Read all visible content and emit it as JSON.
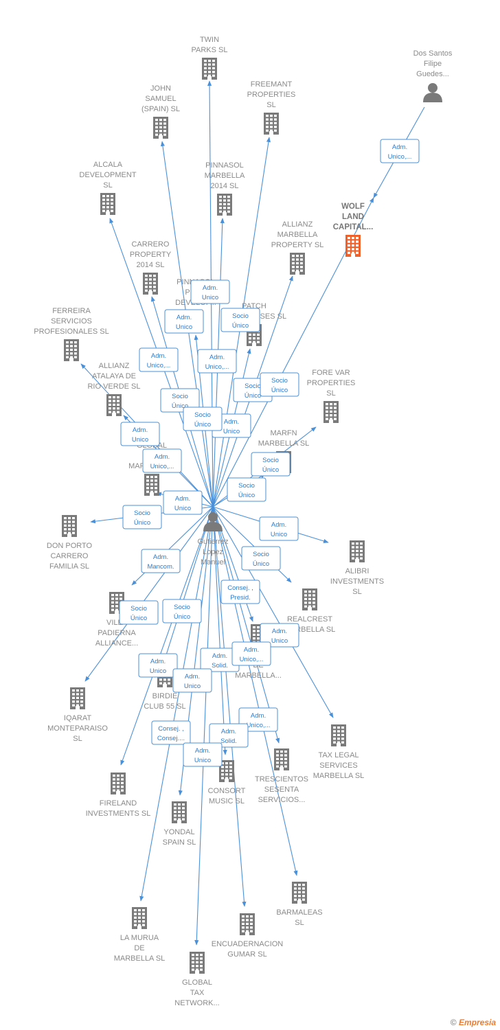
{
  "colors": {
    "edge": "#4a90d9",
    "node": "#7a7a7a",
    "highlight": "#f0602a",
    "label": "#8a8a8a"
  },
  "nodes": [
    {
      "id": "center",
      "type": "person",
      "icon": "person-icon",
      "lines": [
        "Gutierrez",
        "Lopez",
        "Manuel"
      ]
    },
    {
      "id": "dos_santos",
      "type": "person",
      "icon": "person-icon",
      "lines": [
        "Dos Santos",
        "Filipe",
        "Guedes..."
      ]
    },
    {
      "id": "wolf",
      "type": "company",
      "icon": "building-icon",
      "highlight": true,
      "lines": [
        "WOLF",
        "LAND",
        "CAPITAL..."
      ]
    },
    {
      "id": "twin",
      "type": "company",
      "icon": "building-icon",
      "lines": [
        "TWIN",
        "PARKS SL"
      ]
    },
    {
      "id": "john",
      "type": "company",
      "icon": "building-icon",
      "lines": [
        "JOHN",
        "SAMUEL",
        "(SPAIN)  SL"
      ]
    },
    {
      "id": "freemant",
      "type": "company",
      "icon": "building-icon",
      "lines": [
        "FREEMANT",
        "PROPERTIES",
        "SL"
      ]
    },
    {
      "id": "alcala",
      "type": "company",
      "icon": "building-icon",
      "lines": [
        "ALCALA",
        "DEVELOPMENT",
        "SL"
      ]
    },
    {
      "id": "pinnasol14",
      "type": "company",
      "icon": "building-icon",
      "lines": [
        "PINNASOL",
        "MARBELLA",
        "2014  SL"
      ]
    },
    {
      "id": "allianz_mp",
      "type": "company",
      "icon": "building-icon",
      "lines": [
        "ALLIANZ",
        "MARBELLA",
        "PROPERTY  SL"
      ]
    },
    {
      "id": "carrero",
      "type": "company",
      "icon": "building-icon",
      "lines": [
        "CARRERO",
        "PROPERTY",
        "2014  SL"
      ]
    },
    {
      "id": "pinnasol_pd",
      "type": "company",
      "icon": "building-icon",
      "lines": [
        "PINNASOL",
        "PROP",
        "DEVELOP..."
      ]
    },
    {
      "id": "patch",
      "type": "company",
      "icon": "building-icon",
      "lines": [
        "PATCH",
        "ENTERPRISES SL"
      ]
    },
    {
      "id": "ferreira",
      "type": "company",
      "icon": "building-icon",
      "lines": [
        "FERREIRA",
        "SERVICIOS",
        "PROFESIONALES SL"
      ]
    },
    {
      "id": "allianz_arv",
      "type": "company",
      "icon": "building-icon",
      "lines": [
        "ALLIANZ",
        "ATALAYA DE",
        "RIO VERDE  SL"
      ]
    },
    {
      "id": "forevar",
      "type": "company",
      "icon": "building-icon",
      "lines": [
        "FORE VAR",
        "PROPERTIES",
        "SL"
      ]
    },
    {
      "id": "marfn",
      "type": "company",
      "icon": "building-icon",
      "lines": [
        "MARFN",
        "MARBELLA  SL"
      ]
    },
    {
      "id": "global_tax_m",
      "type": "company",
      "icon": "building-icon",
      "lines": [
        "GLOBAL",
        "TAX",
        "MARBELLA..."
      ]
    },
    {
      "id": "donporto",
      "type": "company",
      "icon": "building-icon",
      "lines": [
        "DON PORTO",
        "CARRERO",
        "FAMILIA  SL"
      ]
    },
    {
      "id": "alibri",
      "type": "company",
      "icon": "building-icon",
      "lines": [
        "ALIBRI",
        "INVESTMENTS",
        "SL"
      ]
    },
    {
      "id": "realcrest",
      "type": "company",
      "icon": "building-icon",
      "lines": [
        "REALCREST",
        "MARBELLA  SL"
      ]
    },
    {
      "id": "villa",
      "type": "company",
      "icon": "building-icon",
      "lines": [
        "VILLA",
        "PADIERNA",
        "ALLIANCE..."
      ]
    },
    {
      "id": "iqarat",
      "type": "company",
      "icon": "building-icon",
      "lines": [
        "IQARAT",
        "MONTEPARAISO",
        "SL"
      ]
    },
    {
      "id": "birdie",
      "type": "company",
      "icon": "building-icon",
      "lines": [
        "BIRDIE",
        "CLUB 55 SL"
      ]
    },
    {
      "id": "marbella_x",
      "type": "company",
      "icon": "building-icon",
      "lines": [
        "LA",
        "DE",
        "MARBELLA..."
      ]
    },
    {
      "id": "taxlegal",
      "type": "company",
      "icon": "building-icon",
      "lines": [
        "TAX LEGAL",
        "SERVICES",
        "MARBELLA SL"
      ]
    },
    {
      "id": "fireland",
      "type": "company",
      "icon": "building-icon",
      "lines": [
        "FIRELAND",
        "INVESTMENTS SL"
      ]
    },
    {
      "id": "consort",
      "type": "company",
      "icon": "building-icon",
      "lines": [
        "CONSORT",
        "MUSIC SL"
      ]
    },
    {
      "id": "trescientos",
      "type": "company",
      "icon": "building-icon",
      "lines": [
        "TRESCIENTOS",
        "SESENTA",
        "SERVICIOS..."
      ]
    },
    {
      "id": "yondal",
      "type": "company",
      "icon": "building-icon",
      "lines": [
        "YONDAL",
        "SPAIN SL"
      ]
    },
    {
      "id": "lamurua",
      "type": "company",
      "icon": "building-icon",
      "lines": [
        "LA MURUA",
        "DE",
        "MARBELLA  SL"
      ]
    },
    {
      "id": "barmaleas",
      "type": "company",
      "icon": "building-icon",
      "lines": [
        "BARMALEAS",
        "SL"
      ]
    },
    {
      "id": "encuadernacion",
      "type": "company",
      "icon": "building-icon",
      "lines": [
        "ENCUADERNACION",
        "GUMAR  SL"
      ]
    },
    {
      "id": "globaltaxnet",
      "type": "company",
      "icon": "building-icon",
      "lines": [
        "GLOBAL",
        "TAX",
        "NETWORK..."
      ]
    }
  ],
  "edges": [
    {
      "from": "dos_santos",
      "to": "wolf",
      "lines": [
        "Adm.",
        "Unico,..."
      ]
    },
    {
      "from": "center",
      "to": "twin",
      "lines": [
        "Adm.",
        "Unico"
      ]
    },
    {
      "from": "center",
      "to": "john",
      "lines": [
        "Adm.",
        "Unico"
      ]
    },
    {
      "from": "center",
      "to": "freemant",
      "lines": [
        "Adm.",
        "Unico,..."
      ]
    },
    {
      "from": "center",
      "to": "alcala",
      "lines": [
        "Adm.",
        "Unico,..."
      ]
    },
    {
      "from": "center",
      "to": "pinnasol14",
      "lines": [
        "Adm.",
        "Unico"
      ]
    },
    {
      "from": "center",
      "to": "allianz_mp",
      "lines": [
        "Socio",
        "Único"
      ]
    },
    {
      "from": "center",
      "to": "wolf",
      "lines": [
        "Socio",
        "Único"
      ]
    },
    {
      "from": "center",
      "to": "carrero",
      "lines": [
        "Socio",
        "Único"
      ]
    },
    {
      "from": "center",
      "to": "pinnasol_pd",
      "lines": [
        "Socio",
        "Único"
      ]
    },
    {
      "from": "center",
      "to": "patch",
      "lines": [
        "Socio",
        "Único"
      ]
    },
    {
      "from": "center",
      "to": "ferreira",
      "lines": [
        "Adm.",
        "Unico"
      ]
    },
    {
      "from": "center",
      "to": "allianz_arv",
      "lines": [
        "Adm.",
        "Unico,..."
      ]
    },
    {
      "from": "center",
      "to": "forevar",
      "lines": [
        "Socio",
        "Único"
      ]
    },
    {
      "from": "center",
      "to": "marfn",
      "lines": [
        "Socio",
        "Único"
      ]
    },
    {
      "from": "center",
      "to": "global_tax_m",
      "lines": [
        "Adm.",
        "Unico"
      ]
    },
    {
      "from": "center",
      "to": "donporto",
      "lines": [
        "Socio",
        "Único"
      ]
    },
    {
      "from": "center",
      "to": "alibri",
      "lines": [
        "Adm.",
        "Unico"
      ]
    },
    {
      "from": "center",
      "to": "realcrest",
      "lines": [
        "Socio",
        "Único"
      ]
    },
    {
      "from": "center",
      "to": "villa",
      "lines": [
        "Adm.",
        "Mancom."
      ]
    },
    {
      "from": "center",
      "to": "iqarat",
      "lines": [
        "Socio",
        "Único"
      ]
    },
    {
      "from": "center",
      "to": "birdie",
      "lines": [
        "Socio",
        "Único"
      ]
    },
    {
      "from": "center",
      "to": "marbella_x",
      "lines": [
        "Consej. ,",
        "Presid."
      ]
    },
    {
      "from": "center",
      "to": "taxlegal",
      "lines": [
        "Adm.",
        "Unico"
      ]
    },
    {
      "from": "center",
      "to": "fireland",
      "lines": [
        "Adm.",
        "Unico"
      ]
    },
    {
      "from": "center",
      "to": "consort",
      "lines": [
        "Adm.",
        "Solid."
      ]
    },
    {
      "from": "center",
      "to": "trescientos",
      "lines": [
        "Adm.",
        "Unico,..."
      ]
    },
    {
      "from": "center",
      "to": "yondal",
      "lines": [
        "Adm.",
        "Unico"
      ]
    },
    {
      "from": "center",
      "to": "lamurua",
      "lines": [
        "Consej. ,",
        "Consej...."
      ]
    },
    {
      "from": "center",
      "to": "barmaleas",
      "lines": [
        "Adm.",
        "Unico,..."
      ]
    },
    {
      "from": "center",
      "to": "encuadernacion",
      "lines": [
        "Adm.",
        "Solid."
      ]
    },
    {
      "from": "center",
      "to": "globaltaxnet",
      "lines": [
        "Adm.",
        "Unico"
      ]
    }
  ],
  "footer": {
    "copyright": "©",
    "brand": "Empresia"
  }
}
